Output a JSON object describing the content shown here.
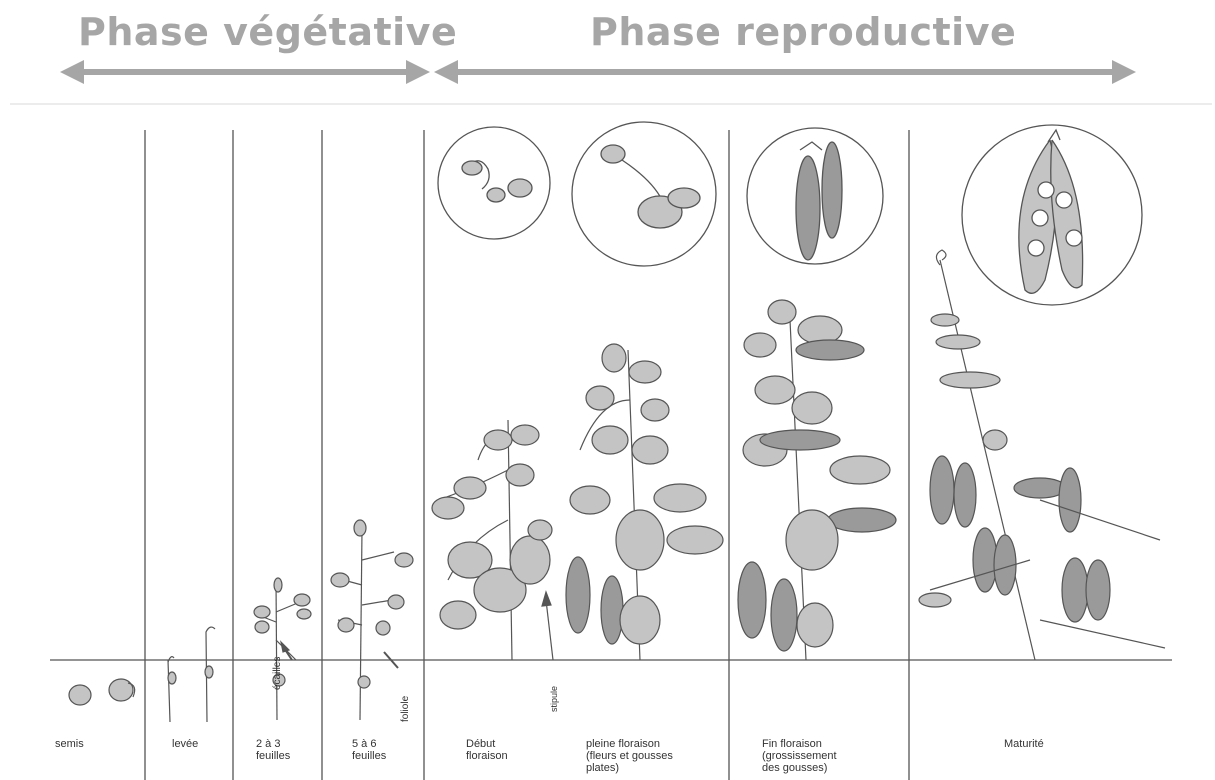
{
  "colors": {
    "banner": "#a6a6a6",
    "divider_soft": "#e6e6e6",
    "line": "#555555",
    "leaf_fill": "#c4c4c4",
    "pod_fill": "#9a9a9a",
    "circle_fill": "#ffffff"
  },
  "phases": {
    "vegetative": {
      "title": "Phase végétative"
    },
    "reproductive": {
      "title": "Phase reproductive"
    }
  },
  "stages": [
    {
      "id": "semis",
      "label": "semis"
    },
    {
      "id": "levee",
      "label": "levée"
    },
    {
      "id": "2-3-feuilles",
      "label": "2 à 3\nfeuilles"
    },
    {
      "id": "5-6-feuilles",
      "label": "5 à 6\nfeuilles"
    },
    {
      "id": "debut-floraison",
      "label": "Début\nfloraison"
    },
    {
      "id": "pleine-floraison",
      "label": "pleine floraison\n(fleurs et gousses\nplates)"
    },
    {
      "id": "fin-floraison",
      "label": "Fin floraison\n(grossissement\ndes gousses)"
    },
    {
      "id": "maturite",
      "label": "Maturité"
    }
  ],
  "annotations": {
    "ecailles": "écailles",
    "foliole": "foliole",
    "stipule": "stipule"
  }
}
